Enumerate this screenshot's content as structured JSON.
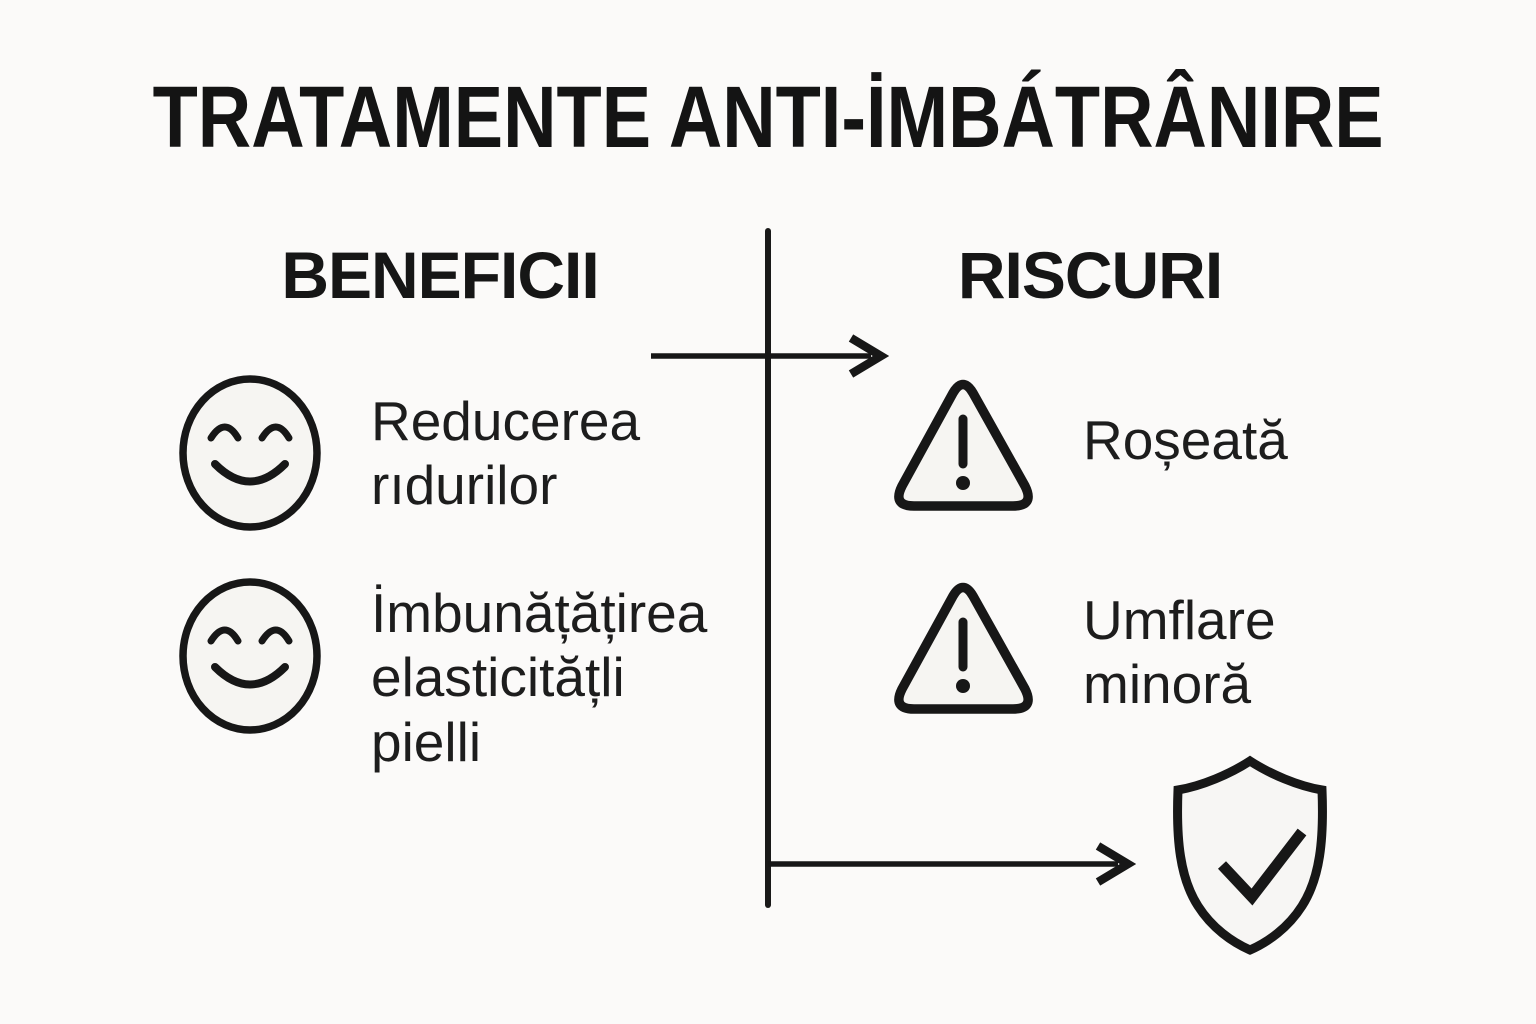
{
  "colors": {
    "background": "#fbfaf9",
    "ink": "#171717",
    "icon_fill": "#f6f5f2"
  },
  "title": "TRATAMENTE ANTI-İMBÁTRÂNIRE",
  "benefits": {
    "header": "BENEFICII",
    "items": [
      {
        "icon": "smiley-face-icon",
        "text": "Reducerea rıdurilor"
      },
      {
        "icon": "smiley-face-icon",
        "text": "İmbunățățirea elasticitățli pielli"
      }
    ]
  },
  "risks": {
    "header": "RISCURI",
    "items": [
      {
        "icon": "warning-triangle-icon",
        "text": "Roșeată"
      },
      {
        "icon": "warning-triangle-icon",
        "text": "Umflare minoră"
      }
    ],
    "shield_icon": "shield-check-icon"
  }
}
